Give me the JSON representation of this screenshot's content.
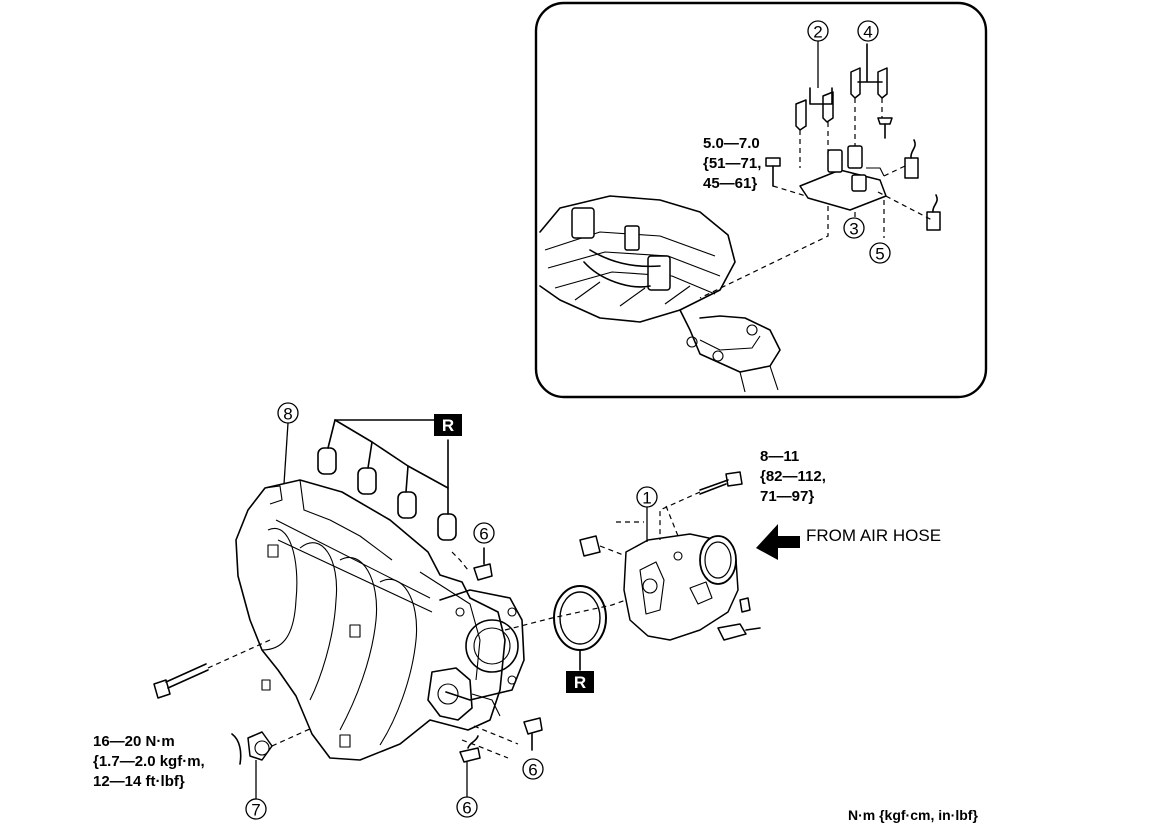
{
  "callouts": [
    "1",
    "2",
    "3",
    "4",
    "5",
    "6",
    "7",
    "8"
  ],
  "reuse_badge": "R",
  "torque": {
    "inset": [
      "5.0—7.0",
      "{51—71,",
      "45—61}"
    ],
    "throttle": [
      "8—11",
      "{82—112,",
      "71—97}"
    ],
    "manifold": [
      "16—20 N·m",
      "{1.7—2.0 kgf·m,",
      "12—14 ft·lbf}"
    ]
  },
  "air_label": "FROM AIR HOSE",
  "units": "N·m {kgf·cm, in·lbf}"
}
